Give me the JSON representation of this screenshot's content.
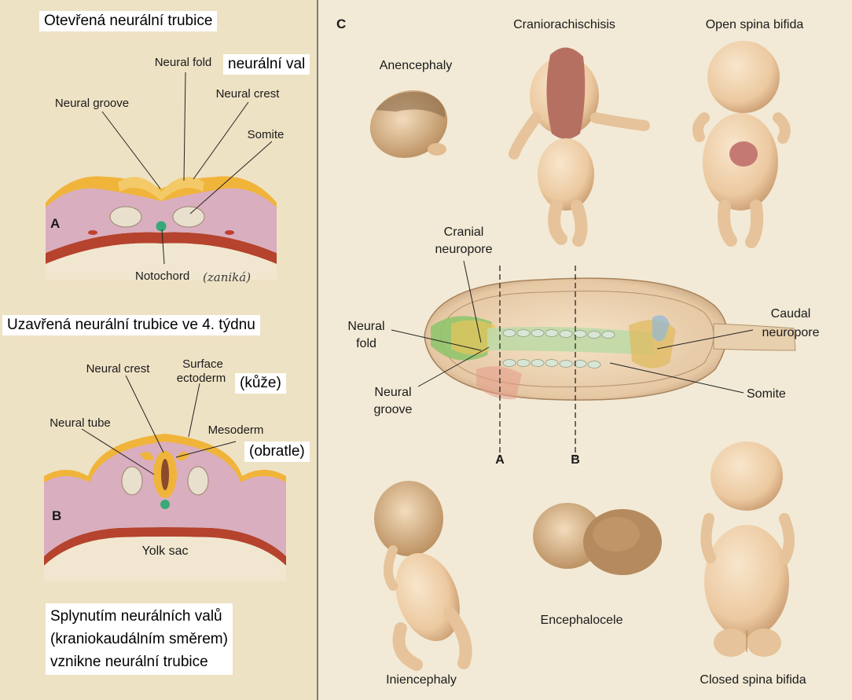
{
  "overlays": {
    "open_tube_title": "Otevřená neurální trubice",
    "neural_val": "neurální val",
    "closed_tube_title": "Uzavřená neurální trubice ve 4. týdnu",
    "kuze": "(kůže)",
    "obratle": "(obratle)",
    "fusion_note": [
      "Splynutím neurálních valů",
      "(kraniokaudálním směrem)",
      "vznikne neurální trubice"
    ]
  },
  "panel_a": {
    "letter": "A",
    "labels": {
      "neural_fold": "Neural fold",
      "neural_groove": "Neural groove",
      "neural_crest": "Neural crest",
      "somite": "Somite",
      "notochord": "Notochord",
      "handwritten_note": "(zaniká)"
    }
  },
  "panel_b": {
    "letter": "B",
    "labels": {
      "neural_crest": "Neural crest",
      "surface_ectoderm": [
        "Surface",
        "ectoderm"
      ],
      "neural_tube": "Neural tube",
      "mesoderm": "Mesoderm",
      "yolk_sac": "Yolk sac"
    }
  },
  "panel_c": {
    "letter": "C",
    "conditions": {
      "anencephaly": "Anencephaly",
      "craniorachischisis": "Craniorachischisis",
      "open_spina_bifida": "Open spina bifida",
      "iniencephaly": "Iniencephaly",
      "encephalocele": "Encephalocele",
      "closed_spina_bifida": "Closed spina bifida"
    },
    "embryo_labels": {
      "cranial_neuropore": [
        "Cranial",
        "neuropore"
      ],
      "neural_fold": [
        "Neural",
        "fold"
      ],
      "neural_groove": [
        "Neural",
        "groove"
      ],
      "caudal_neuropore": [
        "Caudal",
        "neuropore"
      ],
      "somite": "Somite",
      "section_a": "A",
      "section_b": "B"
    }
  },
  "colors": {
    "background": "#efe6cf",
    "ectoderm_yellow": "#f0b43a",
    "mesoderm_pink": "#d9aebf",
    "endoderm_red": "#b5432d",
    "notochord_green": "#3aa878",
    "skin": "#f1d7b3",
    "neural_green": "#8cc46a"
  }
}
